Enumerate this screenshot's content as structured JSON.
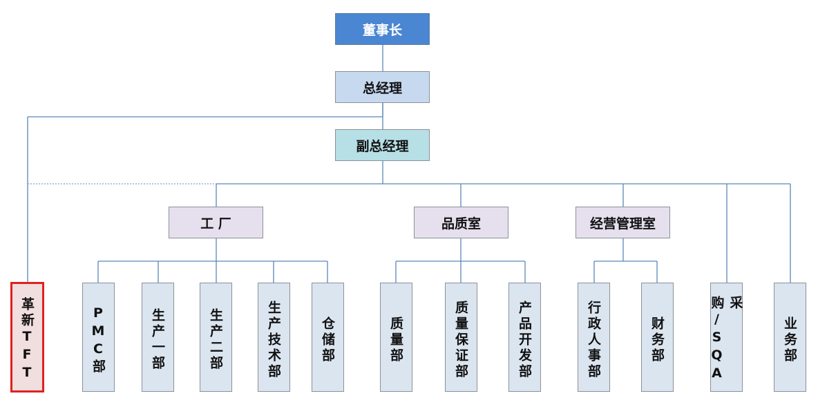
{
  "chairman": "董事长",
  "general_manager": "总经理",
  "deputy_general_manager": "副总经理",
  "divisions": {
    "factory": "工 厂",
    "quality_office": "品质室",
    "operations_office": "经营管理室"
  },
  "departments": {
    "tft": "革新TFT",
    "pmc": "PMC部",
    "prod1": "生产一部",
    "prod2": "生产二部",
    "prod_tech": "生产技术部",
    "warehouse": "仓储部",
    "quality": "质量部",
    "qa": "质量保证部",
    "product_dev": "产品开发部",
    "admin_hr": "行政人事部",
    "finance": "财务部",
    "purchasing": "采购/SQA",
    "business": "业务部"
  },
  "colors": {
    "chairman_fill": "#4a86d1",
    "gm_fill": "#c6d9ef",
    "vgm_fill": "#b7dfe6",
    "division_fill": "#e6e0ee",
    "department_fill": "#dbe5f0",
    "tft_border": "#e02020",
    "connector": "#5b86b8"
  }
}
